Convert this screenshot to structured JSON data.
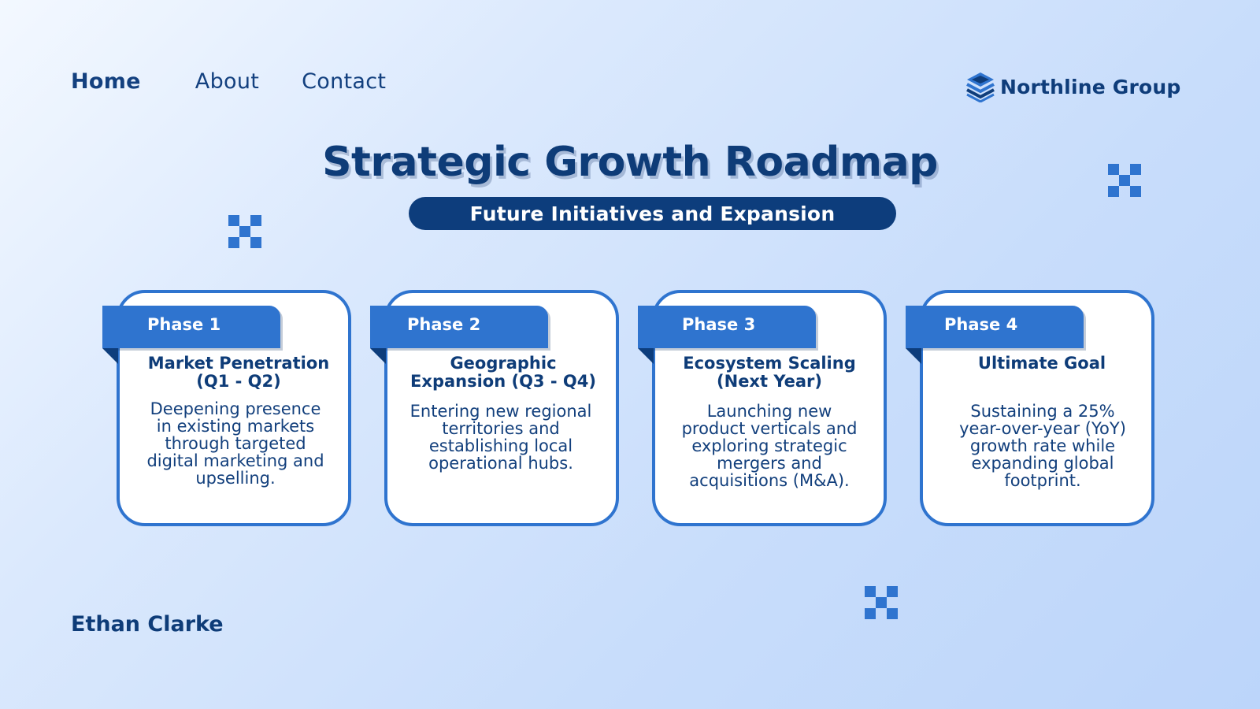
{
  "nav": {
    "home": "Home",
    "about": "About",
    "contact": "Contact"
  },
  "brand": {
    "name": "Northline Group",
    "logo_icon": "stacked-layers-icon"
  },
  "hero": {
    "title": "Strategic Growth Roadmap",
    "subtitle": "Future Initiatives and Expansion"
  },
  "phases": [
    {
      "tab": "Phase 1",
      "title_line1": "Market Penetration",
      "title_line2": "(Q1 - Q2)",
      "desc_lines": [
        "Deepening presence",
        "in existing markets",
        "through targeted",
        "digital marketing and",
        "upselling."
      ]
    },
    {
      "tab": "Phase 2",
      "title_line1": "Geographic",
      "title_line2": "Expansion (Q3 - Q4)",
      "desc_lines": [
        "Entering new regional",
        "territories and",
        "establishing local",
        "operational hubs."
      ]
    },
    {
      "tab": "Phase 3",
      "title_line1": "Ecosystem Scaling",
      "title_line2": "(Next Year)",
      "desc_lines": [
        "Launching new",
        "product verticals and",
        "exploring strategic",
        "mergers and",
        "acquisitions (M&A)."
      ]
    },
    {
      "tab": "Phase 4",
      "title_line1": "Ultimate Goal",
      "title_line2": "",
      "desc_lines": [
        "Sustaining a 25%",
        "year-over-year (YoY)",
        "growth rate while",
        "expanding global",
        "footprint."
      ]
    }
  ],
  "author": "Ethan Clarke",
  "colors": {
    "primary_navy": "#0d3d7c",
    "accent_blue": "#2f74cf",
    "card_bg": "#ffffff"
  }
}
